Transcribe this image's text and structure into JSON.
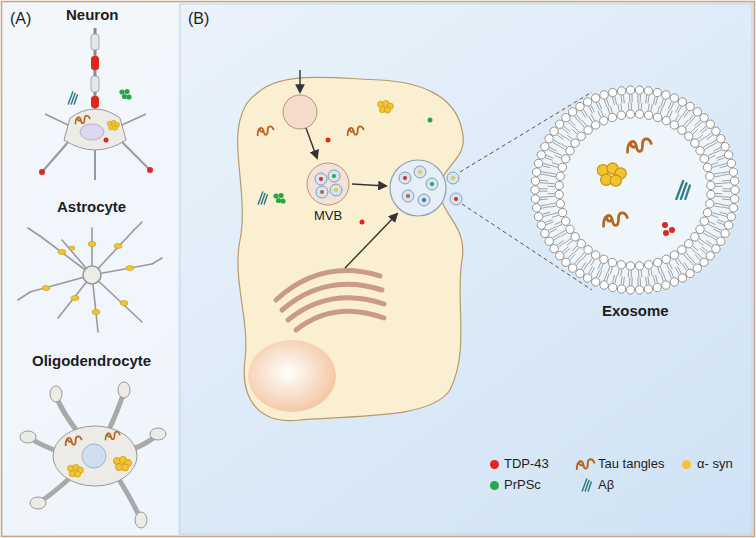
{
  "diagram": {
    "nodes": [
      {
        "text": [
          "MVB"
        ]
      },
      {
        "text": [
          "Exosome"
        ]
      }
    ],
    "labels": [
      "(A)",
      "(B)",
      "Neuron",
      "Astrocyte",
      "Oligodendrocyte"
    ],
    "legend": [
      {
        "text": "TDP-43",
        "color": "#e0261f"
      },
      {
        "text": "Tau tangles"
      },
      {
        "text": "α- syn",
        "color": "#f4c430"
      },
      {
        "text": "PrPSc",
        "color": "#27a844"
      },
      {
        "text": "Aβ"
      }
    ]
  }
}
